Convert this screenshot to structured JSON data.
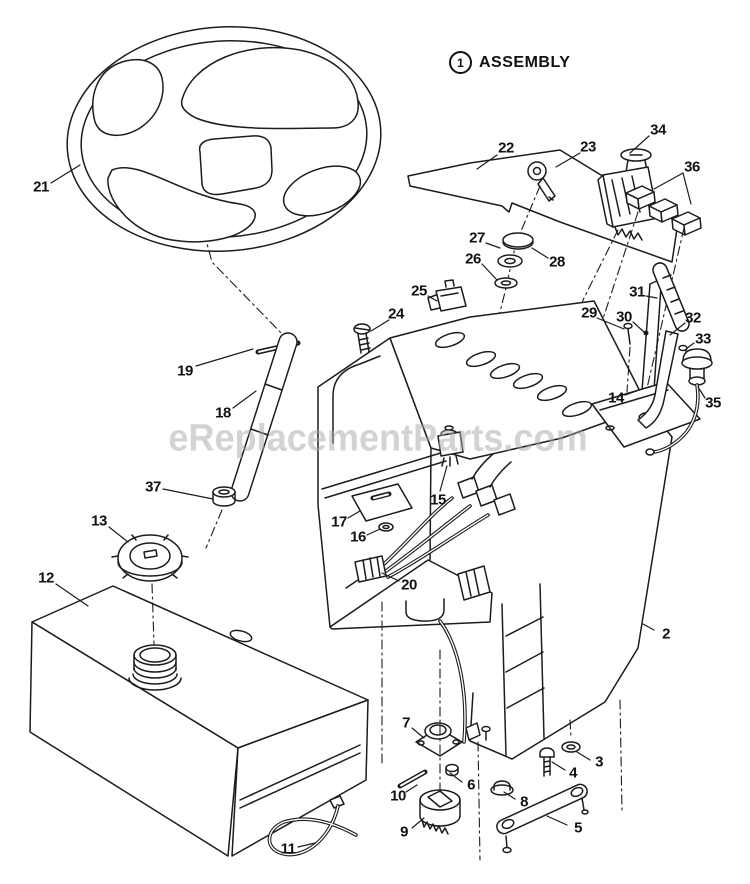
{
  "page": {
    "title": {
      "number": "1",
      "label": "ASSEMBLY"
    },
    "watermark": "eReplacementParts.com"
  },
  "colors": {
    "line": "#1c1c1c",
    "watermark": "#a8a8a8",
    "background": "#ffffff"
  },
  "parts": [
    {
      "num": "2"
    },
    {
      "num": "3"
    },
    {
      "num": "4"
    },
    {
      "num": "5"
    },
    {
      "num": "6"
    },
    {
      "num": "7"
    },
    {
      "num": "8"
    },
    {
      "num": "9"
    },
    {
      "num": "10"
    },
    {
      "num": "11"
    },
    {
      "num": "12"
    },
    {
      "num": "13"
    },
    {
      "num": "14"
    },
    {
      "num": "15"
    },
    {
      "num": "16"
    },
    {
      "num": "17"
    },
    {
      "num": "18"
    },
    {
      "num": "19"
    },
    {
      "num": "20"
    },
    {
      "num": "21"
    },
    {
      "num": "22"
    },
    {
      "num": "23"
    },
    {
      "num": "24"
    },
    {
      "num": "25"
    },
    {
      "num": "26"
    },
    {
      "num": "27"
    },
    {
      "num": "28"
    },
    {
      "num": "29"
    },
    {
      "num": "30"
    },
    {
      "num": "31"
    },
    {
      "num": "32"
    },
    {
      "num": "33"
    },
    {
      "num": "34"
    },
    {
      "num": "35"
    },
    {
      "num": "36"
    },
    {
      "num": "37"
    }
  ]
}
